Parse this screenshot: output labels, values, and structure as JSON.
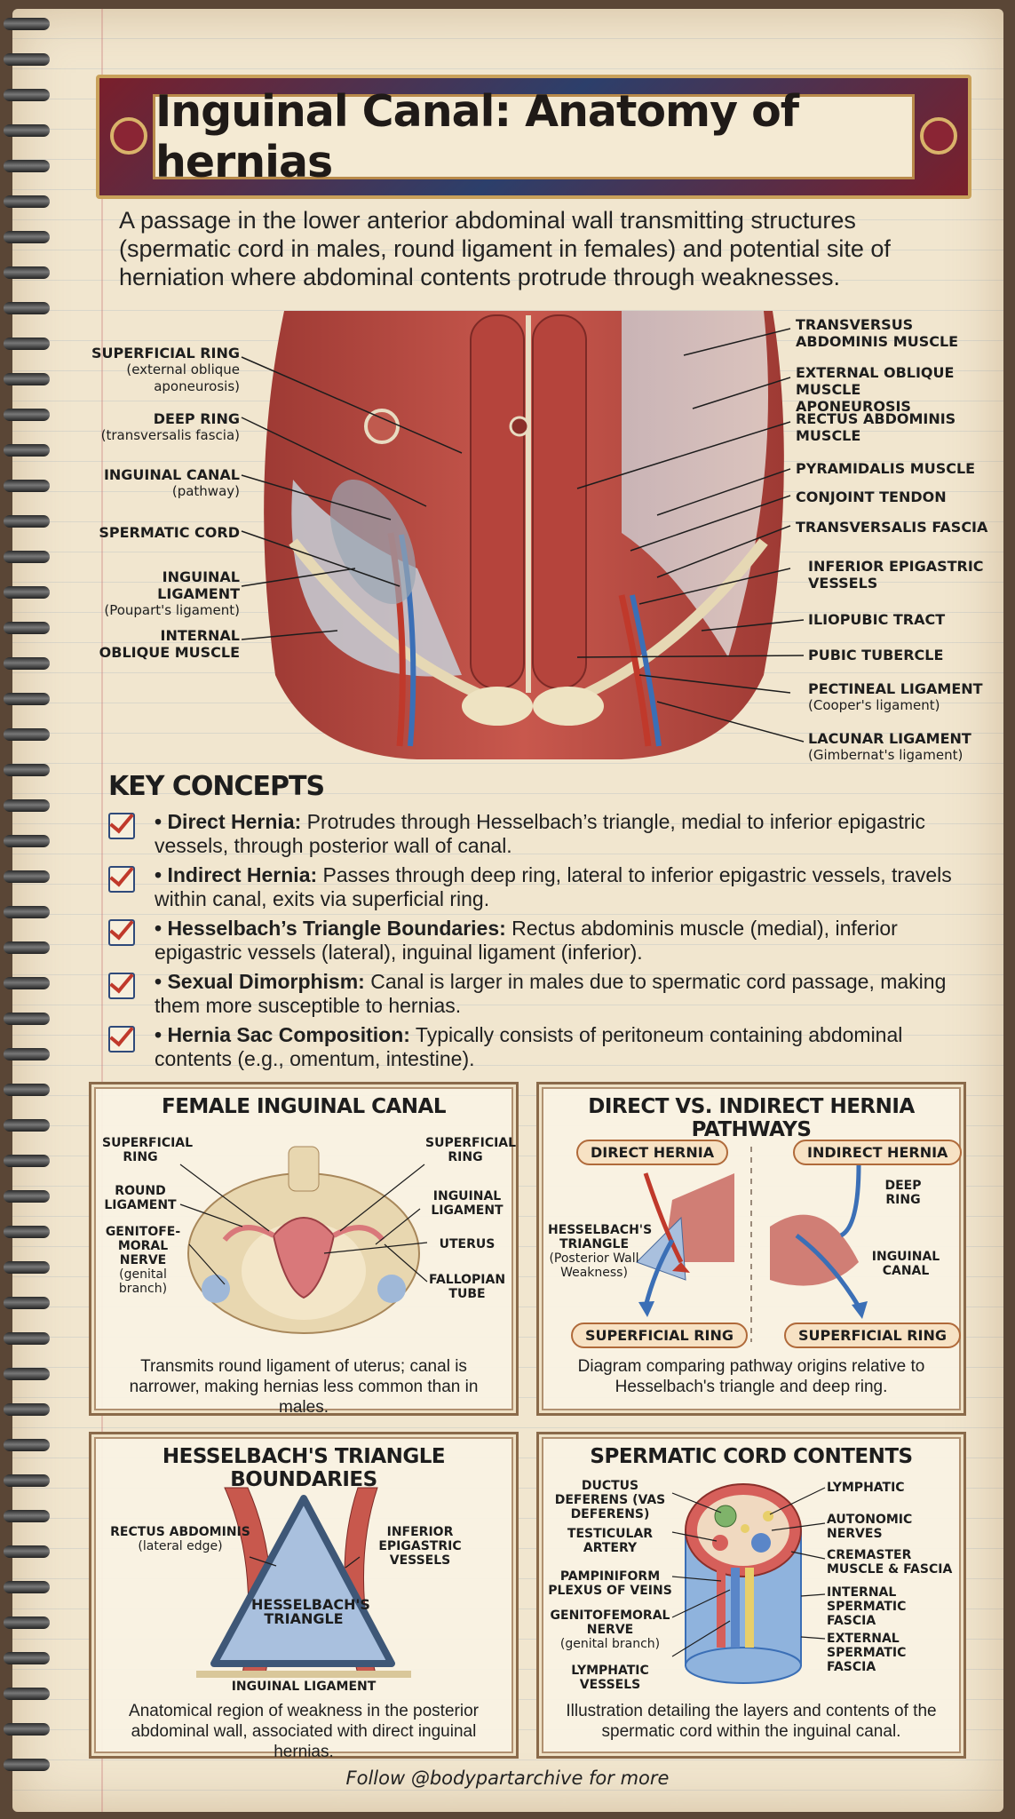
{
  "header": {
    "title": "Inguinal Canal: Anatomy of hernias"
  },
  "intro": "A passage in the lower anterior abdominal wall transmitting structures (spermatic cord in males, round ligament in females) and potential site of herniation where abdominal contents protrude through weaknesses.",
  "main_diagram": {
    "left_labels": [
      {
        "main": "SUPERFICIAL RING",
        "sub": "(external oblique aponeurosis)"
      },
      {
        "main": "DEEP RING",
        "sub": "(transversalis fascia)"
      },
      {
        "main": "INGUINAL CANAL",
        "sub": "(pathway)"
      },
      {
        "main": "SPERMATIC CORD",
        "sub": ""
      },
      {
        "main": "INGUINAL LIGAMENT",
        "sub": "(Poupart's ligament)"
      },
      {
        "main": "INTERNAL OBLIQUE MUSCLE",
        "sub": ""
      }
    ],
    "right_labels": [
      {
        "main": "TRANSVERSUS ABDOMINIS MUSCLE",
        "sub": ""
      },
      {
        "main": "EXTERNAL OBLIQUE MUSCLE APONEUROSIS",
        "sub": ""
      },
      {
        "main": "RECTUS ABDOMINIS MUSCLE",
        "sub": ""
      },
      {
        "main": "PYRAMIDALIS MUSCLE",
        "sub": ""
      },
      {
        "main": "CONJOINT TENDON",
        "sub": ""
      },
      {
        "main": "TRANSVERSALIS FASCIA",
        "sub": ""
      },
      {
        "main": "INFERIOR EPIGASTRIC VESSELS",
        "sub": ""
      },
      {
        "main": "ILIOPUBIC TRACT",
        "sub": ""
      },
      {
        "main": "PUBIC TUBERCLE",
        "sub": ""
      },
      {
        "main": "PECTINEAL LIGAMENT",
        "sub": "(Cooper's ligament)"
      },
      {
        "main": "LACUNAR LIGAMENT",
        "sub": "(Gimbernat's ligament)"
      }
    ]
  },
  "key_concepts": {
    "title": "KEY CONCEPTS",
    "items": [
      {
        "term": "• Direct Hernia:",
        "text": " Protrudes through Hesselbach’s triangle, medial to inferior epigastric vessels, through posterior wall of canal."
      },
      {
        "term": "• Indirect Hernia:",
        "text": " Passes through deep ring, lateral to inferior epigastric vessels, travels within canal, exits via superficial ring."
      },
      {
        "term": "• Hesselbach’s Triangle Boundaries:",
        "text": " Rectus abdominis muscle (medial), inferior epigastric vessels (lateral), inguinal ligament (inferior)."
      },
      {
        "term": "• Sexual Dimorphism:",
        "text": " Canal is larger in males due to spermatic cord passage, making them more susceptible to hernias."
      },
      {
        "term": "• Hernia Sac Composition:",
        "text": " Typically consists of peritoneum containing abdominal contents (e.g., omentum, intestine)."
      }
    ]
  },
  "panels": {
    "female": {
      "title": "FEMALE INGUINAL CANAL",
      "labels": {
        "sup_ring_l": "SUPERFICIAL RING",
        "round_lig": "ROUND LIGAMENT",
        "genito": "GENITOFE-MORAL NERVE",
        "genito_sub": "(genital branch)",
        "sup_ring_r": "SUPERFICIAL RING",
        "ing_lig": "INGUINAL LIGAMENT",
        "uterus": "UTERUS",
        "fallopian": "FALLOPIAN TUBE"
      },
      "caption": "Transmits round ligament of uterus; canal is narrower, making hernias less common than in males."
    },
    "direct_indirect": {
      "title": "DIRECT VS. INDIRECT HERNIA PATHWAYS",
      "labels": {
        "direct": "DIRECT HERNIA",
        "indirect": "INDIRECT HERNIA",
        "hessel": "HESSELBACH'S TRIANGLE",
        "hessel_sub": "(Posterior Wall Weakness)",
        "deep": "DEEP RING",
        "canal": "INGUINAL CANAL",
        "sup_l": "SUPERFICIAL RING",
        "sup_r": "SUPERFICIAL RING"
      },
      "caption": "Diagram comparing pathway origins relative to Hesselbach's triangle and deep ring."
    },
    "hesselbach": {
      "title": "HESSELBACH'S TRIANGLE BOUNDARIES",
      "labels": {
        "rectus": "RECTUS ABDOMINIS",
        "rectus_sub": "(lateral edge)",
        "inferior": "INFERIOR EPIGASTRIC VESSELS",
        "triangle": "HESSELBACH'S TRIANGLE",
        "ing_lig": "INGUINAL LIGAMENT"
      },
      "caption": "Anatomical region of weakness in the posterior abdominal wall, associated with direct inguinal hernias."
    },
    "spermatic": {
      "title": "SPERMATIC CORD CONTENTS",
      "labels": {
        "ductus": "DUCTUS DEFERENS (VAS DEFERENS)",
        "testicular": "TESTICULAR ARTERY",
        "pampiniform": "PAMPINIFORM PLEXUS OF VEINS",
        "genitofemoral": "GENITOFEMORAL NERVE",
        "genitofemoral_sub": "(genital branch)",
        "lymph_vessels": "LYMPHATIC VESSELS",
        "lymphatic": "LYMPHATIC",
        "autonomic": "AUTONOMIC NERVES",
        "cremaster": "CREMASTER MUSCLE & FASCIA",
        "internal": "INTERNAL SPERMATIC FASCIA",
        "external": "EXTERNAL SPERMATIC FASCIA"
      },
      "caption": "Illustration detailing the layers and contents of the spermatic cord within the inguinal canal."
    }
  },
  "footer": "Follow @bodypartarchive for more",
  "colors": {
    "muscle": "#b8453f",
    "paper": "#f1e6cf",
    "accent_red": "#c0392b",
    "accent_blue": "#2f4a7a"
  }
}
